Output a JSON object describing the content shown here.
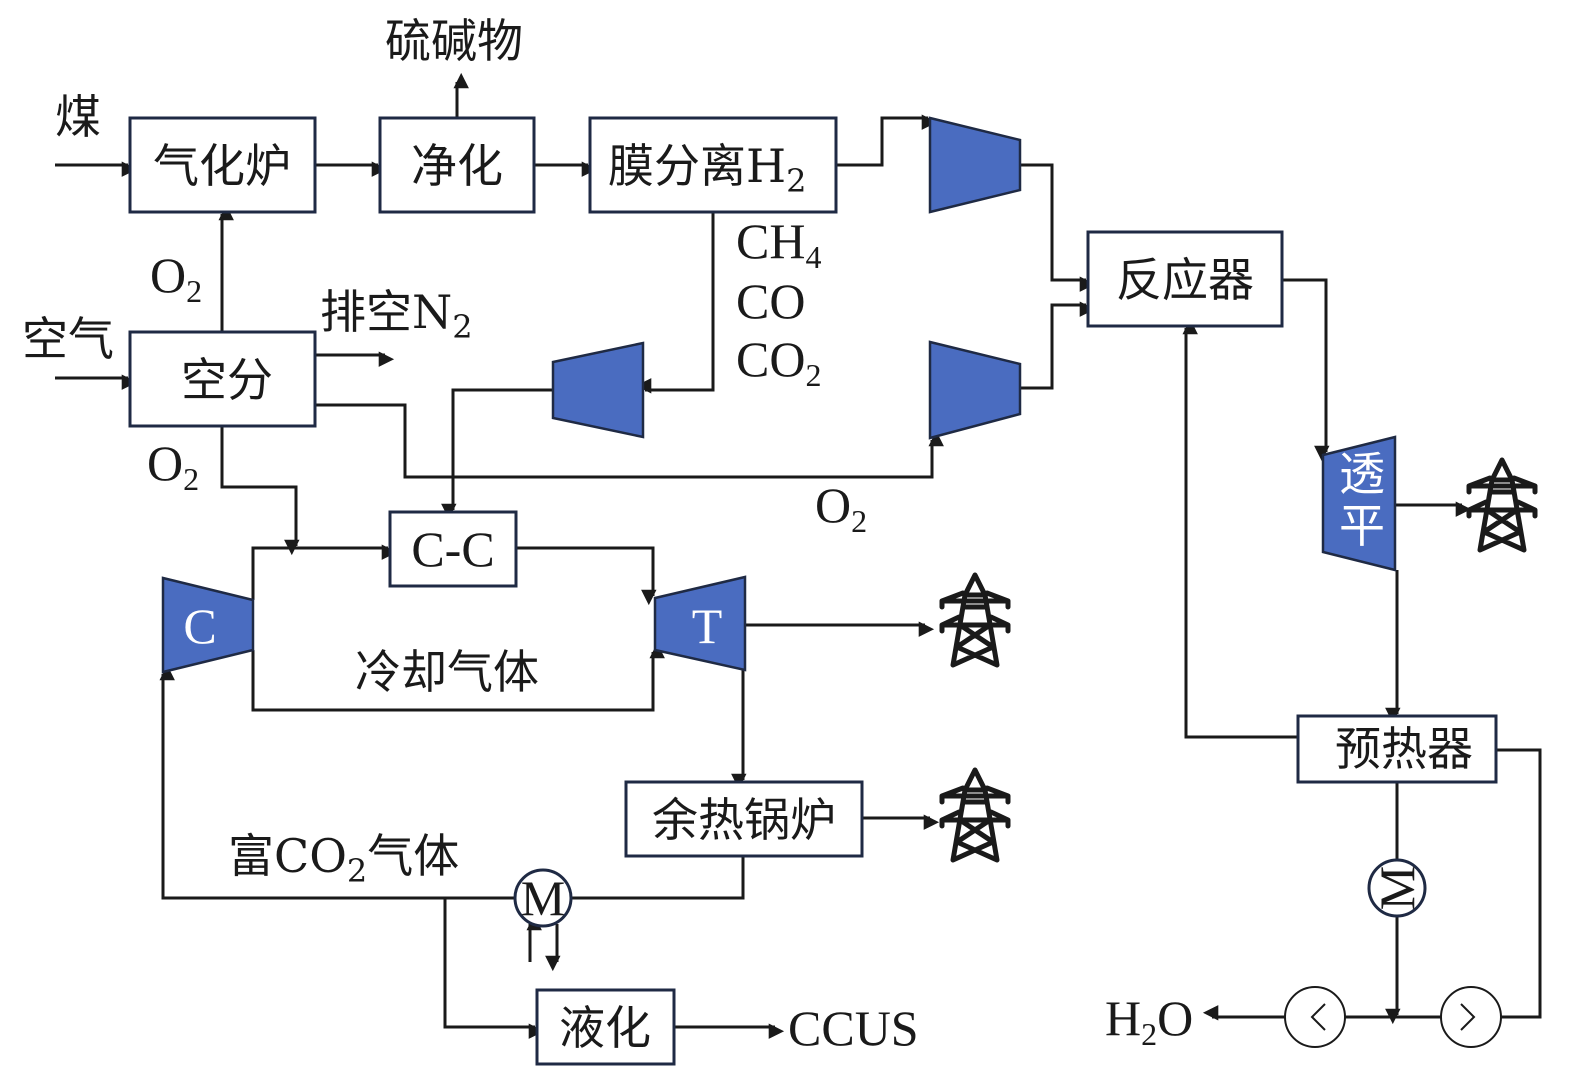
{
  "colors": {
    "equipment_fill": "#4a6cc0",
    "box_stroke": "#1f2a44",
    "line": "#1a1a1a"
  },
  "boxes": {
    "gasifier": "气化炉",
    "purify": "净化",
    "membrane": {
      "text": "膜分离H",
      "sub": "2"
    },
    "reactor": "反应器",
    "asu": "空分",
    "cc": "C-C",
    "hrsg": "余热锅炉",
    "preheater": "预热器",
    "liquefy": "液化"
  },
  "labels": {
    "coal": "煤",
    "sulfur_alkali": "硫碱物",
    "air": "空气",
    "o2_top": {
      "text": "O",
      "sub": "2"
    },
    "vent_n2": {
      "text": "排空N",
      "sub": "2"
    },
    "o2_left": {
      "text": "O",
      "sub": "2"
    },
    "o2_mid": {
      "text": "O",
      "sub": "2"
    },
    "ch4": {
      "text": "CH",
      "sub": "4"
    },
    "co": "CO",
    "co2": {
      "text": "CO",
      "sub": "2"
    },
    "cooling_gas": "冷却气体",
    "co2_rich": {
      "pre": "富CO",
      "sub": "2",
      "post": "气体"
    },
    "ccus": "CCUS",
    "h2o": {
      "pre": "H",
      "sub": "2",
      "post": "O"
    }
  },
  "equipment": {
    "compressor": "C",
    "turbine": "T",
    "turbine2_line1": "透",
    "turbine2_line2": "平",
    "motor": "M"
  }
}
